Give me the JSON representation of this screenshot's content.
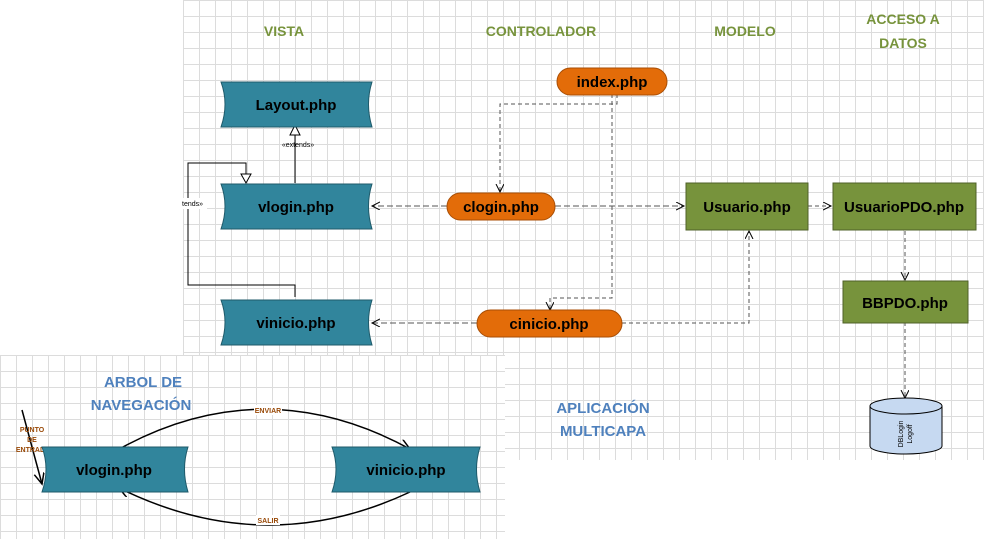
{
  "headers": {
    "vista": "VISTA",
    "controlador": "CONTROLADOR",
    "modelo": "MODELO",
    "acceso_line1": "ACCESO A",
    "acceso_line2": "DATOS"
  },
  "nodes": {
    "layout": "Layout.php",
    "vlogin": "vlogin.php",
    "vinicio": "vinicio.php",
    "index": "index.php",
    "clogin": "clogin.php",
    "cinicio": "cinicio.php",
    "usuario": "Usuario.php",
    "usuariopdo": "UsuarioPDO.php",
    "bbpdo": "BBPDO.php"
  },
  "database": {
    "line1": "DBLogin",
    "line2": "Logoff"
  },
  "annotations": {
    "extends": "«extends»",
    "extends_partial": "tends»"
  },
  "app_title": {
    "line1": "APLICACIÓN",
    "line2": "MULTICAPA"
  },
  "tree": {
    "title_line1": "ARBOL DE",
    "title_line2": "NAVEGACIÓN",
    "entry_line1": "PUNTO",
    "entry_line2": "DE",
    "entry_line3": "ENTRADA",
    "node_vlogin": "vlogin.php",
    "node_vinicio": "vinicio.php",
    "edge_send": "ENVIAR",
    "edge_exit": "SALIR"
  },
  "colors": {
    "view": "#31859c",
    "controller": "#e36c09",
    "model": "#77933c",
    "database": "#c6d9f1",
    "header_green": "#77933c",
    "header_blue": "#4f81bd"
  }
}
